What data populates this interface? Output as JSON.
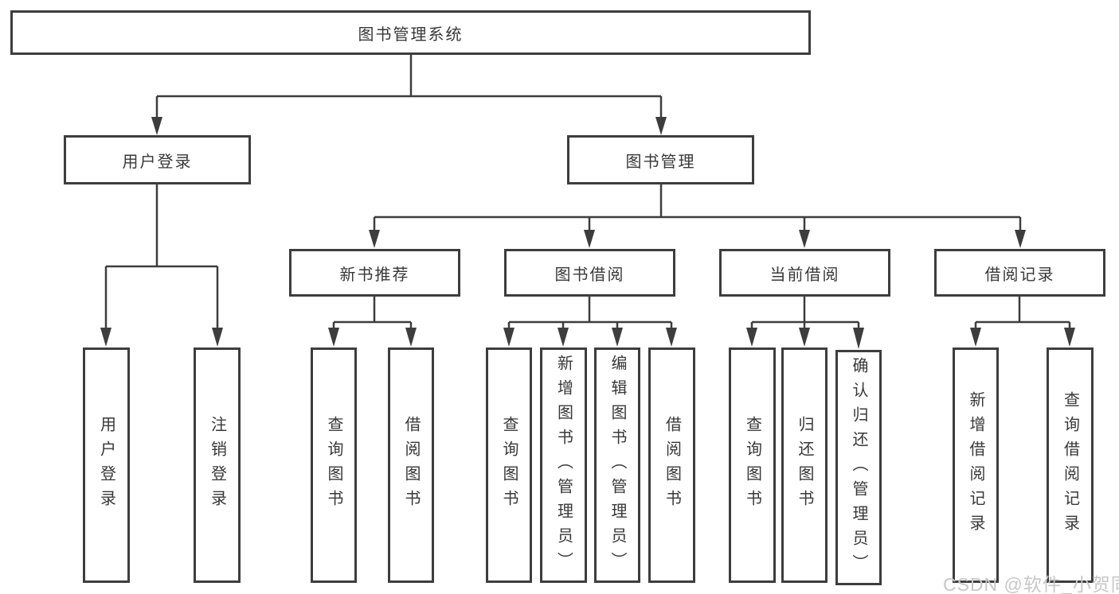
{
  "nodes": {
    "root": "图书管理系统",
    "level2": [
      "用户登录",
      "图书管理"
    ],
    "level3": [
      "新书推荐",
      "图书借阅",
      "当前借阅",
      "借阅记录"
    ],
    "groups": [
      {
        "parent": "用户登录",
        "leaves": [
          "用户登录",
          "注销登录"
        ]
      },
      {
        "parent": "新书推荐",
        "leaves": [
          "查询图书",
          "借阅图书"
        ]
      },
      {
        "parent": "图书借阅",
        "leaves": [
          "查询图书",
          "新增图书（管理员）",
          "编辑图书（管理员）",
          "借阅图书"
        ]
      },
      {
        "parent": "当前借阅",
        "leaves": [
          "查询图书",
          "归还图书",
          "确认归还（管理员）"
        ]
      },
      {
        "parent": "借阅记录",
        "leaves": [
          "新增借阅记录",
          "查询借阅记录"
        ]
      }
    ]
  },
  "watermark": {
    "text": "CSDN @软件_小贺同学"
  },
  "colors": {
    "line": "#3d3d3d",
    "text": "#383838",
    "background": "#ffffff",
    "watermark": "#c7c7c7"
  }
}
